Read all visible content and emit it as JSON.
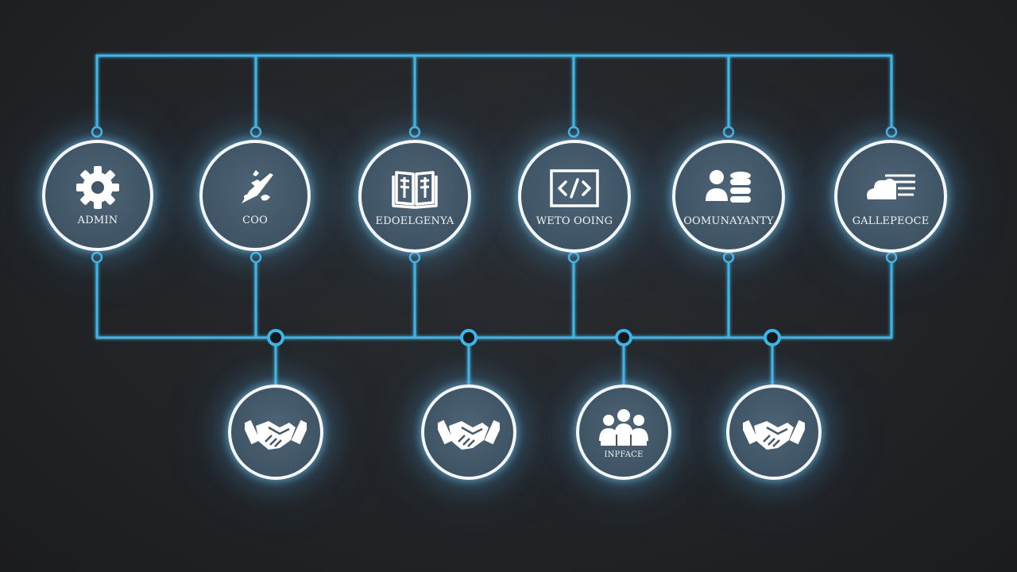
{
  "diagram": {
    "top_nodes": [
      {
        "id": "admin",
        "label": "ADMIN",
        "icon": "gear-icon"
      },
      {
        "id": "coo",
        "label": "COO",
        "icon": "plane-icon"
      },
      {
        "id": "book",
        "label": "EDOELGENYA",
        "icon": "open-book-icon"
      },
      {
        "id": "code",
        "label": "WETO OOING",
        "icon": "code-screen-icon"
      },
      {
        "id": "community",
        "label": "OOMUNAYANTY",
        "icon": "people-coins-icon"
      },
      {
        "id": "gallery",
        "label": "GALLEPEOCE",
        "icon": "cloud-lines-icon"
      }
    ],
    "bottom_nodes": [
      {
        "id": "partner-1",
        "label": "",
        "icon": "handshake-icon"
      },
      {
        "id": "partner-2",
        "label": "",
        "icon": "handshake-icon"
      },
      {
        "id": "team",
        "label": "INPFACE",
        "icon": "team-icon"
      },
      {
        "id": "partner-3",
        "label": "",
        "icon": "handshake-icon"
      }
    ],
    "colors": {
      "wire": "#3fb6e6",
      "node_fill": "#415667",
      "node_border": "#f4f7f9",
      "text": "#eef3f6",
      "background": "#232528"
    }
  }
}
